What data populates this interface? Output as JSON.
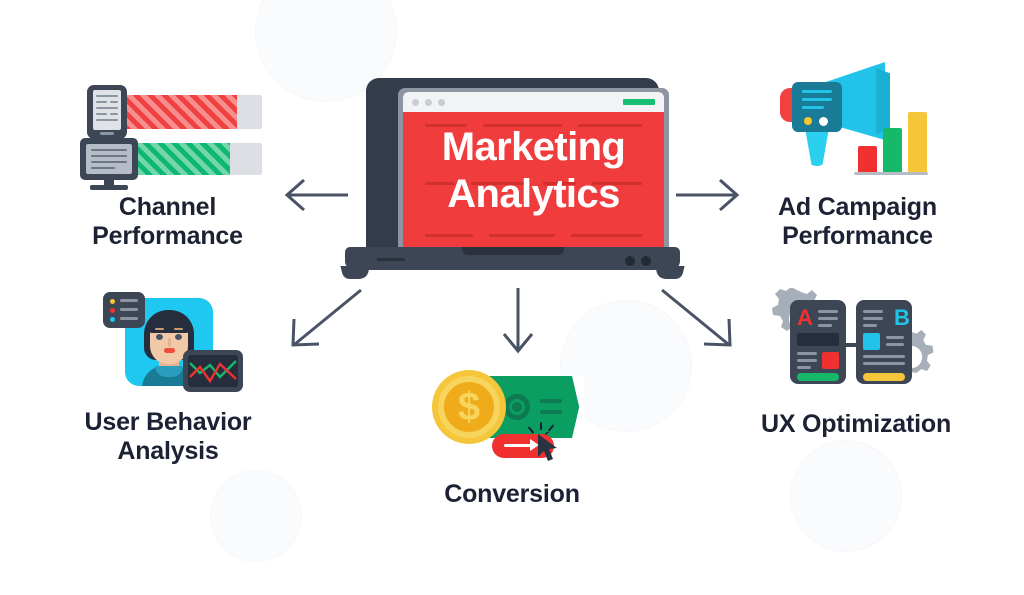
{
  "page": {
    "background_color": "#ffffff",
    "text_color": "#1c2233",
    "accent_red": "#f03c3c",
    "accent_green": "#0fb872",
    "accent_cyan": "#1ec8f0",
    "accent_yellow": "#f5c63a",
    "arrow_color": "#4a5364"
  },
  "center": {
    "device": "laptop",
    "screen_title": "Marketing\nAnalytics",
    "browser_dots": [
      "dot-1",
      "dot-2",
      "dot-3"
    ],
    "url_bar_color": "#18bf72",
    "screen_background": "#f03c3c"
  },
  "nodes": [
    {
      "id": "channel-performance",
      "label": "Channel\nPerformance",
      "position": "top-left",
      "icon": "device-progress-bars-icon",
      "bars": [
        {
          "name": "mobile",
          "color": "#f04040",
          "fill_percent": 82
        },
        {
          "name": "desktop",
          "color": "#0fb872",
          "fill_percent": 75
        }
      ]
    },
    {
      "id": "ad-campaign-performance",
      "label": "Ad Campaign\nPerformance",
      "position": "top-right",
      "icon": "megaphone-bar-chart-icon",
      "bars": [
        {
          "name": "bar-1",
          "color": "#f04040",
          "height_percent": 38
        },
        {
          "name": "bar-2",
          "color": "#16b86a",
          "height_percent": 65
        },
        {
          "name": "bar-3",
          "color": "#f5c63a",
          "height_percent": 88
        }
      ]
    },
    {
      "id": "user-behavior-analysis",
      "label": "User Behavior\nAnalysis",
      "position": "bottom-left",
      "icon": "user-avatar-analytics-icon",
      "list_dots": [
        "#f5c63a",
        "#f04040",
        "#1ec8f0"
      ],
      "chart_lines": [
        "#f04040",
        "#16b86a"
      ]
    },
    {
      "id": "ux-optimization",
      "label": "UX Optimization",
      "position": "bottom-right",
      "icon": "ab-test-gears-icon",
      "variant_a": {
        "letter": "A",
        "letter_color": "#f0312f",
        "square_color": "#f0312f",
        "button_color": "#16b86a"
      },
      "variant_b": {
        "letter": "B",
        "letter_color": "#22c3e8",
        "square_color": "#22c3e8",
        "button_color": "#f5c63a"
      }
    },
    {
      "id": "conversion",
      "label": "Conversion",
      "position": "bottom-center",
      "icon": "coin-banknote-click-icon",
      "coin_symbol": "$",
      "cta_button_color": "#f0312f"
    }
  ],
  "arrows": [
    {
      "name": "arrow-to-channel-performance",
      "direction": "left"
    },
    {
      "name": "arrow-to-ad-campaign-performance",
      "direction": "right"
    },
    {
      "name": "arrow-to-user-behavior-analysis",
      "direction": "down-left"
    },
    {
      "name": "arrow-to-ux-optimization",
      "direction": "down-right"
    },
    {
      "name": "arrow-to-conversion",
      "direction": "down"
    }
  ]
}
